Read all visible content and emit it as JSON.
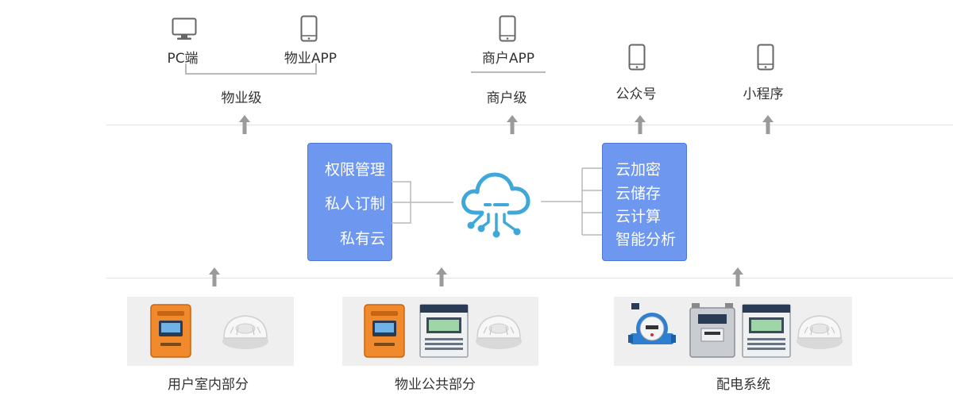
{
  "top": {
    "pc_label": "PC端",
    "property_app_label": "物业APP",
    "property_level": "物业级",
    "merchant_app_label": "商户APP",
    "merchant_level": "商户级",
    "official_account": "公众号",
    "mini_program": "小程序"
  },
  "left_panel": {
    "items": [
      "权限管理",
      "私人订制",
      "私有云"
    ]
  },
  "right_panel": {
    "items": [
      "云加密",
      "云储存",
      "云计算",
      "智能分析"
    ]
  },
  "bottom": {
    "indoor": "用户室内部分",
    "public": "物业公共部分",
    "power": "配电系统"
  },
  "colors": {
    "accent_blue": "#6e98f0",
    "cloud_blue": "#3fa8d8",
    "arrow_gray": "#9a9a9a"
  }
}
